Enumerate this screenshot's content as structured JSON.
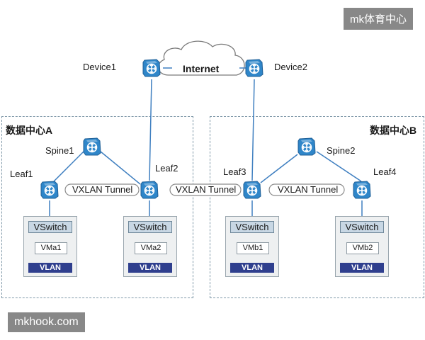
{
  "internet": {
    "label": "Internet"
  },
  "devices": [
    {
      "id": "device1",
      "label": "Device1"
    },
    {
      "id": "device2",
      "label": "Device2"
    },
    {
      "id": "spine1",
      "label": "Spine1"
    },
    {
      "id": "spine2",
      "label": "Spine2"
    },
    {
      "id": "leaf1",
      "label": "Leaf1"
    },
    {
      "id": "leaf2",
      "label": "Leaf2"
    },
    {
      "id": "leaf3",
      "label": "Leaf3"
    },
    {
      "id": "leaf4",
      "label": "Leaf4"
    }
  ],
  "data_centers": [
    {
      "id": "a",
      "label_cn": "数据中心",
      "label_suffix": "A"
    },
    {
      "id": "b",
      "label_cn": "数据中心",
      "label_suffix": "B"
    }
  ],
  "tunnels": [
    {
      "label": "VXLAN Tunnel"
    },
    {
      "label": "VXLAN Tunnel"
    },
    {
      "label": "VXLAN Tunnel"
    }
  ],
  "servers": [
    {
      "vswitch": "VSwitch",
      "vm": "VMa1",
      "vlan": "VLAN"
    },
    {
      "vswitch": "VSwitch",
      "vm": "VMa2",
      "vlan": "VLAN"
    },
    {
      "vswitch": "VSwitch",
      "vm": "VMb1",
      "vlan": "VLAN"
    },
    {
      "vswitch": "VSwitch",
      "vm": "VMb2",
      "vlan": "VLAN"
    }
  ],
  "watermarks": {
    "top": "mk体育中心",
    "bottom": "mkhook.com"
  },
  "colors": {
    "device_fill": "#2f86c9",
    "line": "#3f7fc0",
    "dc_border": "#7f98a8",
    "vlan_fill": "#2f3f8e"
  },
  "icons": {
    "device": "router-switch-icon",
    "cloud": "cloud-icon"
  }
}
